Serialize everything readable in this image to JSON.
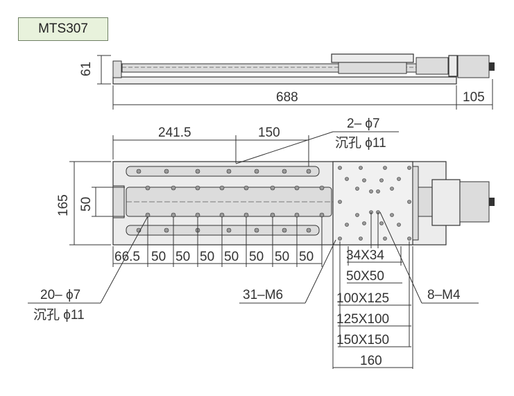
{
  "model": "MTS307",
  "side_view": {
    "height_label": "61",
    "length_label": "688",
    "motor_label": "105"
  },
  "top_view": {
    "dim_241": "241.5",
    "dim_150": "150",
    "holes_2": "2– ϕ7",
    "holes_2_cb": "沉孔 ϕ11",
    "width_165": "165",
    "width_50": "50",
    "pitch_first": "66.5",
    "pitch": [
      "50",
      "50",
      "50",
      "50",
      "50",
      "50",
      "50"
    ],
    "holes_20": "20– ϕ7",
    "holes_20_cb": "沉孔 ϕ11",
    "m6_label": "31–M6",
    "m4_label": "8–M4",
    "plate_dims": [
      "34X34",
      "50X50",
      "100X125",
      "125X100",
      "150X150"
    ],
    "plate_width": "160"
  },
  "colors": {
    "badge_bg": "#e8f2dc",
    "line": "#333333"
  }
}
